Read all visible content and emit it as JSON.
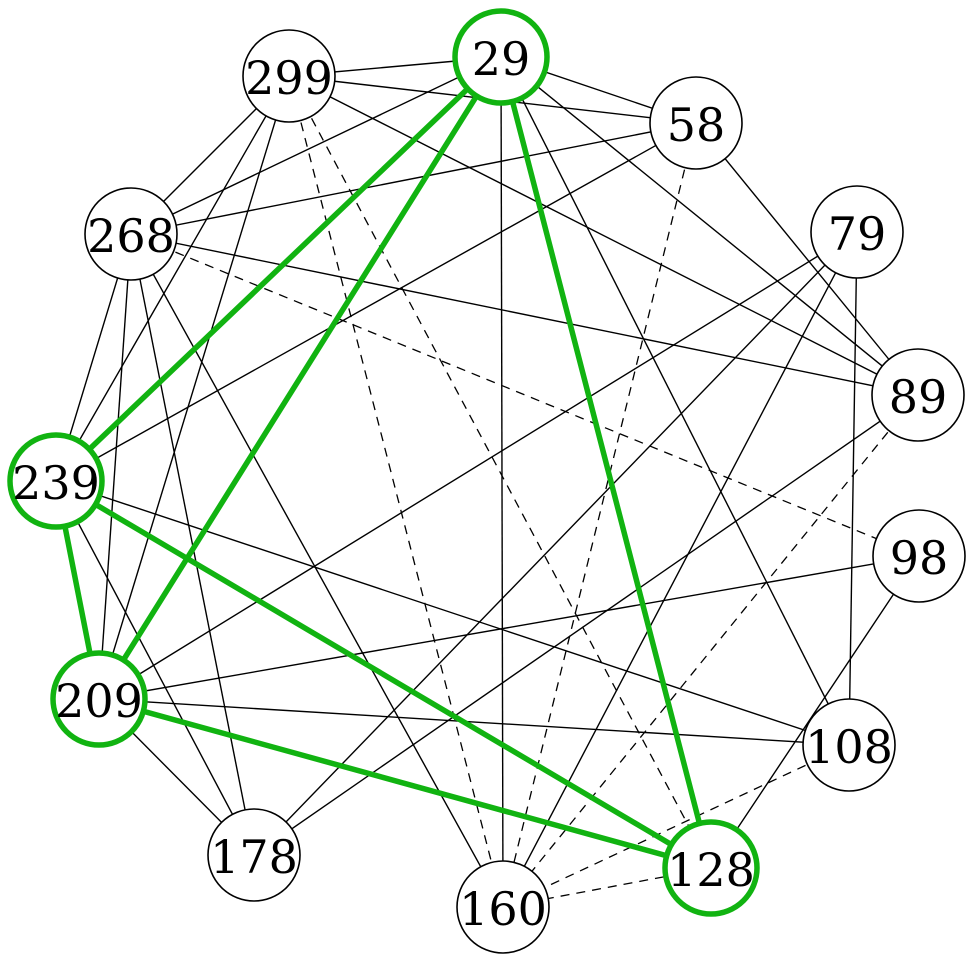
{
  "graph": {
    "highlight_color": "#11b311",
    "nodes": [
      {
        "id": "29",
        "label": "29",
        "highlighted": true
      },
      {
        "id": "58",
        "label": "58",
        "highlighted": false
      },
      {
        "id": "79",
        "label": "79",
        "highlighted": false
      },
      {
        "id": "89",
        "label": "89",
        "highlighted": false
      },
      {
        "id": "98",
        "label": "98",
        "highlighted": false
      },
      {
        "id": "108",
        "label": "108",
        "highlighted": false
      },
      {
        "id": "128",
        "label": "128",
        "highlighted": true
      },
      {
        "id": "160",
        "label": "160",
        "highlighted": false
      },
      {
        "id": "178",
        "label": "178",
        "highlighted": false
      },
      {
        "id": "209",
        "label": "209",
        "highlighted": true
      },
      {
        "id": "239",
        "label": "239",
        "highlighted": true
      },
      {
        "id": "268",
        "label": "268",
        "highlighted": false
      },
      {
        "id": "299",
        "label": "299",
        "highlighted": false
      }
    ],
    "edges": [
      {
        "source": "299",
        "target": "29",
        "style": "solid"
      },
      {
        "source": "299",
        "target": "58",
        "style": "solid"
      },
      {
        "source": "299",
        "target": "89",
        "style": "solid"
      },
      {
        "source": "299",
        "target": "268",
        "style": "solid"
      },
      {
        "source": "299",
        "target": "239",
        "style": "solid"
      },
      {
        "source": "299",
        "target": "209",
        "style": "solid"
      },
      {
        "source": "299",
        "target": "160",
        "style": "dashed"
      },
      {
        "source": "299",
        "target": "128",
        "style": "dashed"
      },
      {
        "source": "29",
        "target": "58",
        "style": "solid"
      },
      {
        "source": "29",
        "target": "268",
        "style": "solid"
      },
      {
        "source": "29",
        "target": "89",
        "style": "solid"
      },
      {
        "source": "29",
        "target": "108",
        "style": "solid"
      },
      {
        "source": "29",
        "target": "160",
        "style": "solid"
      },
      {
        "source": "58",
        "target": "268",
        "style": "solid"
      },
      {
        "source": "58",
        "target": "239",
        "style": "solid"
      },
      {
        "source": "58",
        "target": "89",
        "style": "solid"
      },
      {
        "source": "58",
        "target": "160",
        "style": "dashed"
      },
      {
        "source": "268",
        "target": "89",
        "style": "solid"
      },
      {
        "source": "268",
        "target": "98",
        "style": "dashed"
      },
      {
        "source": "268",
        "target": "239",
        "style": "solid"
      },
      {
        "source": "268",
        "target": "209",
        "style": "solid"
      },
      {
        "source": "268",
        "target": "178",
        "style": "solid"
      },
      {
        "source": "268",
        "target": "160",
        "style": "solid"
      },
      {
        "source": "79",
        "target": "209",
        "style": "solid"
      },
      {
        "source": "79",
        "target": "178",
        "style": "solid"
      },
      {
        "source": "79",
        "target": "160",
        "style": "solid"
      },
      {
        "source": "79",
        "target": "108",
        "style": "solid"
      },
      {
        "source": "89",
        "target": "178",
        "style": "solid"
      },
      {
        "source": "89",
        "target": "160",
        "style": "dashed"
      },
      {
        "source": "98",
        "target": "209",
        "style": "solid"
      },
      {
        "source": "98",
        "target": "128",
        "style": "solid"
      },
      {
        "source": "239",
        "target": "108",
        "style": "solid"
      },
      {
        "source": "239",
        "target": "178",
        "style": "solid"
      },
      {
        "source": "209",
        "target": "108",
        "style": "solid"
      },
      {
        "source": "209",
        "target": "178",
        "style": "solid"
      },
      {
        "source": "108",
        "target": "160",
        "style": "dashed"
      },
      {
        "source": "128",
        "target": "160",
        "style": "dashed"
      },
      {
        "source": "29",
        "target": "239",
        "style": "highlight"
      },
      {
        "source": "29",
        "target": "209",
        "style": "highlight"
      },
      {
        "source": "29",
        "target": "128",
        "style": "highlight"
      },
      {
        "source": "239",
        "target": "209",
        "style": "highlight"
      },
      {
        "source": "239",
        "target": "128",
        "style": "highlight"
      },
      {
        "source": "209",
        "target": "128",
        "style": "highlight"
      }
    ]
  }
}
